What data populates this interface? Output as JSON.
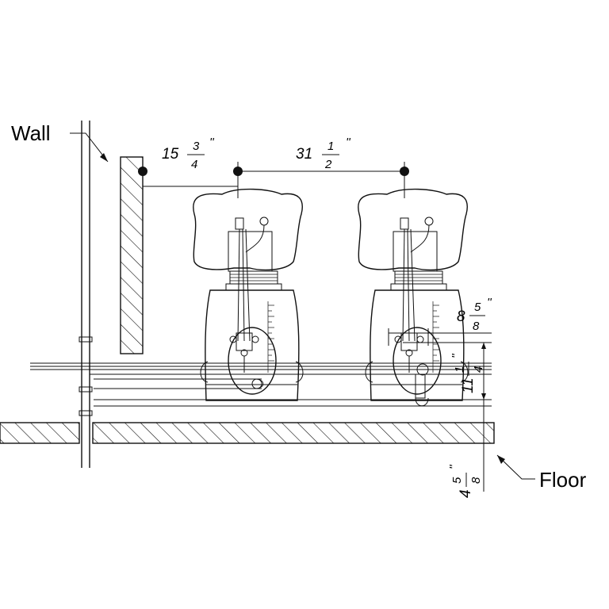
{
  "labels": {
    "wall": "Wall",
    "floor": "Floor"
  },
  "dimensions": {
    "wall_to_first": {
      "whole": "15",
      "num": "3",
      "den": "4",
      "unit": "''"
    },
    "first_to_second": {
      "whole": "31",
      "num": "1",
      "den": "2",
      "unit": "''"
    },
    "drain_offset": {
      "whole": "8",
      "num": "5",
      "den": "8",
      "unit": "''"
    },
    "drain_height": {
      "whole": "11",
      "num": "1",
      "den": "4",
      "unit": "''"
    },
    "floor_depth": {
      "whole": "4",
      "num": "5",
      "den": "8",
      "unit": "''"
    }
  },
  "colors": {
    "ink": "#111111",
    "background": "#ffffff"
  }
}
